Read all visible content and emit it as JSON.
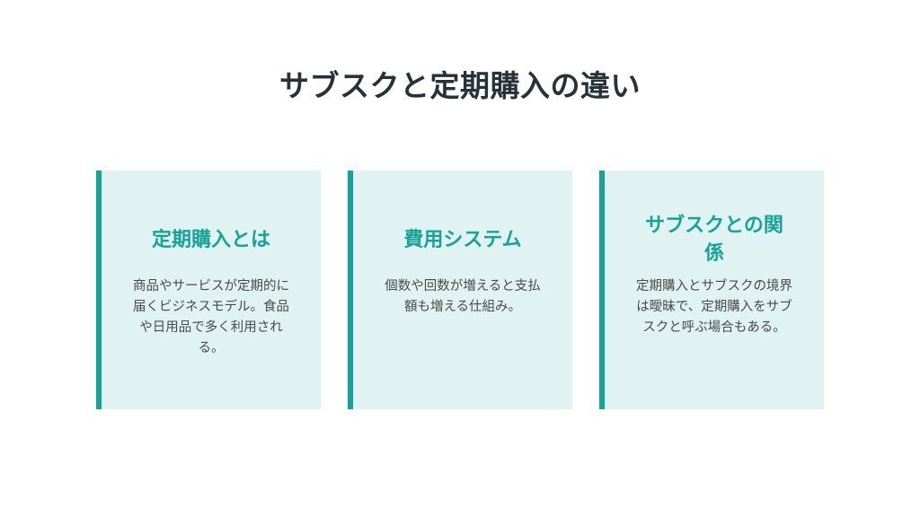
{
  "title": "サブスクと定期購入の違い",
  "cards": [
    {
      "title": "定期購入とは",
      "body": "商品やサービスが定期的に届くビジネスモデル。食品や日用品で多く利用される。"
    },
    {
      "title": "費用システム",
      "body": "個数や回数が増えると支払額も増える仕組み。"
    },
    {
      "title": "サブスクとの関係",
      "body": "定期購入とサブスクの境界は曖昧で、定期購入をサブスクと呼ぶ場合もある。"
    }
  ],
  "colors": {
    "accent": "#16a39a",
    "card_background": "#e0f2f1",
    "title_text": "#263238",
    "body_text": "#4a4a4a"
  }
}
